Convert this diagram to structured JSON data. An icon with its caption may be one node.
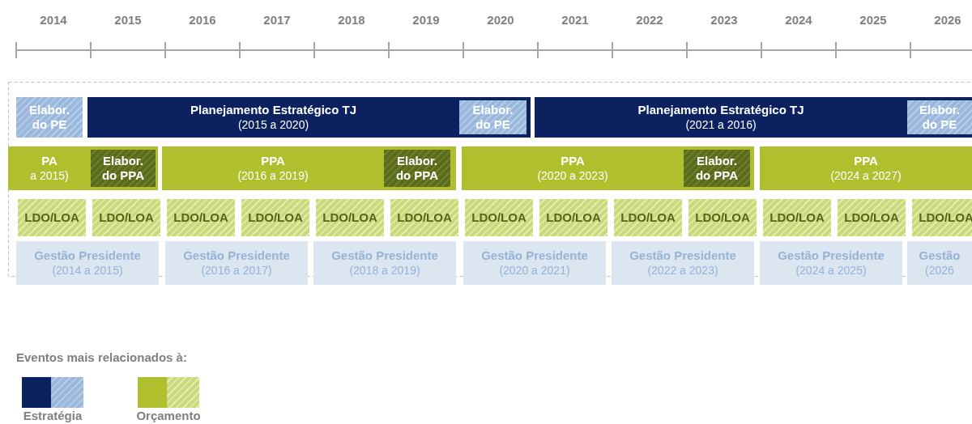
{
  "diagram": {
    "nodes": [
      {
        "text": [
          "Elabor. do PE"
        ]
      },
      {
        "text": [
          "Planejamento Estratégico TJ",
          "(2015 a 2020)"
        ]
      },
      {
        "text": [
          "Elabor. do PE"
        ],
        "in": 1
      },
      {
        "text": [
          "Planejamento Estratégico TJ",
          "(2021 a 2016)"
        ]
      },
      {
        "text": [
          "Elabor. do PE"
        ],
        "in": 3
      },
      {
        "text": [
          "PA",
          "a 2015)"
        ]
      },
      {
        "text": [
          "Elabor. do PPA"
        ],
        "in": 5
      },
      {
        "text": [
          "PPA",
          "(2016 a 2019)"
        ]
      },
      {
        "text": [
          "Elabor. do PPA"
        ],
        "in": 7
      },
      {
        "text": [
          "PPA",
          "(2020 a 2023)"
        ]
      },
      {
        "text": [
          "Elabor. do PPA"
        ],
        "in": 9
      },
      {
        "text": [
          "PPA",
          "(2024 a 2027)"
        ]
      },
      {
        "text": [
          "LDO/LOA"
        ]
      },
      {
        "text": [
          "LDO/LOA"
        ]
      },
      {
        "text": [
          "LDO/LOA"
        ]
      },
      {
        "text": [
          "LDO/LOA"
        ]
      },
      {
        "text": [
          "LDO/LOA"
        ]
      },
      {
        "text": [
          "LDO/LOA"
        ]
      },
      {
        "text": [
          "LDO/LOA"
        ]
      },
      {
        "text": [
          "LDO/LOA"
        ]
      },
      {
        "text": [
          "LDO/LOA"
        ]
      },
      {
        "text": [
          "LDO/LOA"
        ]
      },
      {
        "text": [
          "LDO/LOA"
        ]
      },
      {
        "text": [
          "LDO/LOA"
        ]
      },
      {
        "text": [
          "LDO/LOA"
        ]
      },
      {
        "text": [
          "Gestão Presidente",
          "(2014 a 2015)"
        ]
      },
      {
        "text": [
          "Gestão Presidente",
          "(2016 a 2017)"
        ]
      },
      {
        "text": [
          "Gestão Presidente",
          "(2018 a 2019)"
        ]
      },
      {
        "text": [
          "Gestão Presidente",
          "(2020 a 2021)"
        ]
      },
      {
        "text": [
          "Gestão Presidente",
          "(2022 a 2023)"
        ]
      },
      {
        "text": [
          "Gestão Presidente",
          "(2024 a 2025)"
        ]
      },
      {
        "text": [
          "Gestão",
          "(2026"
        ]
      }
    ],
    "edges": [],
    "labels": [
      "2014",
      "2015",
      "2016",
      "2017",
      "2018",
      "2019",
      "2020",
      "2021",
      "2022",
      "2023",
      "2024",
      "2025",
      "2026",
      "Eventos mais relacionados à:"
    ],
    "legend": [
      {
        "text": "Estratégia",
        "color": "#0b2160"
      },
      {
        "text": "Orçamento",
        "color": "#b0bf2e"
      }
    ]
  }
}
